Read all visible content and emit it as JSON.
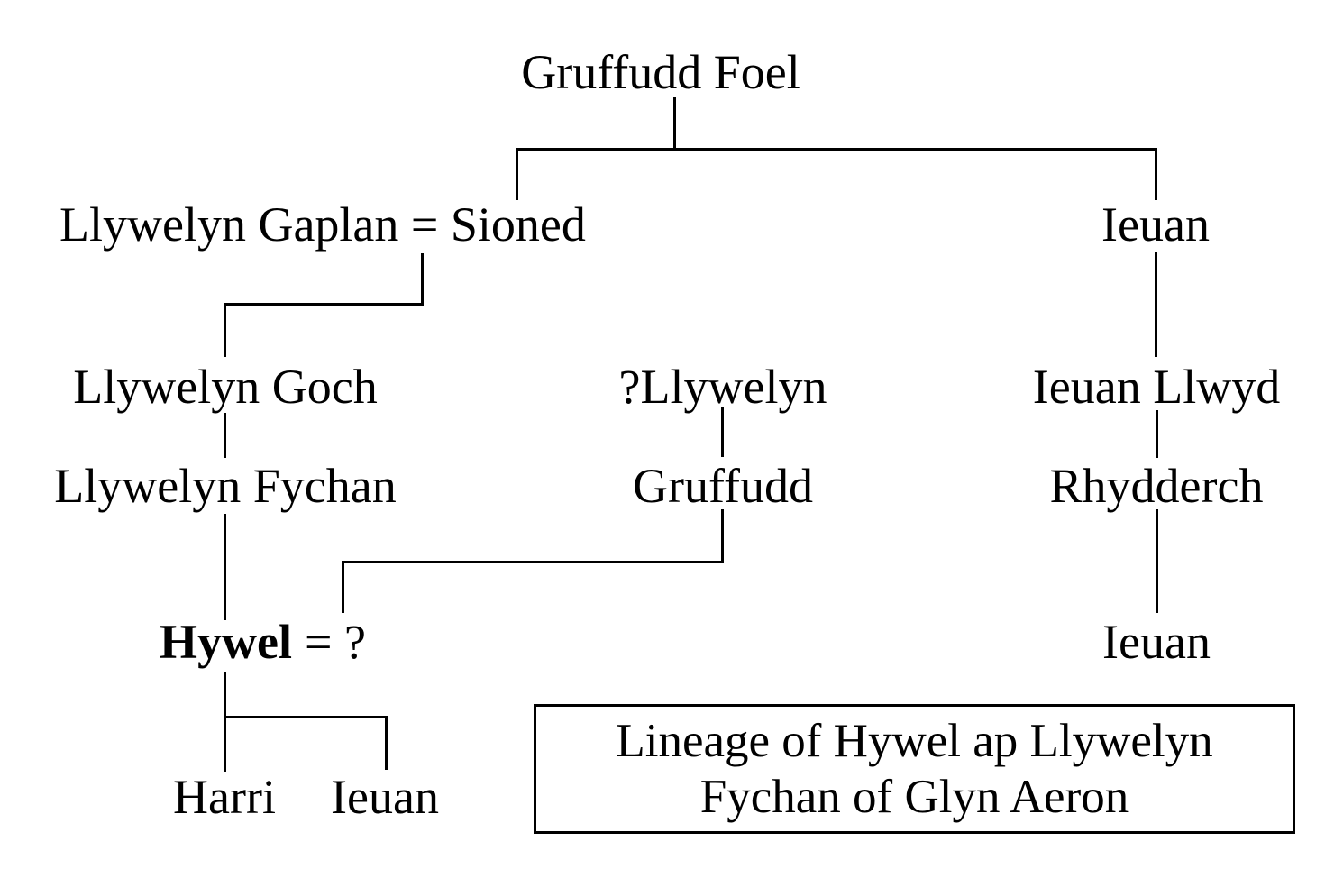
{
  "page": {
    "background_color": "#ffffff",
    "ink_color": "#000000"
  },
  "tree": {
    "root": "Gruffudd Foel",
    "couple_top": "Llywelyn Gaplan = Sioned",
    "ieuan_son": "Ieuan",
    "llywelyn_goch": "Llywelyn Goch",
    "llywelyn_unknown": "?Llywelyn",
    "ieuan_llwyd": "Ieuan Llwyd",
    "llywelyn_fychan": "Llywelyn Fychan",
    "gruffudd": "Gruffudd",
    "rhydderch": "Rhydderch",
    "hywel": "Hywel",
    "hywel_spouse": "= ?",
    "ieuan_ap_rhydderch": "Ieuan",
    "harri": "Harri",
    "ieuan_ap_hywel": "Ieuan"
  },
  "caption": {
    "line1": "Lineage of Hywel ap Llywelyn",
    "line2": "Fychan of Glyn Aeron"
  }
}
